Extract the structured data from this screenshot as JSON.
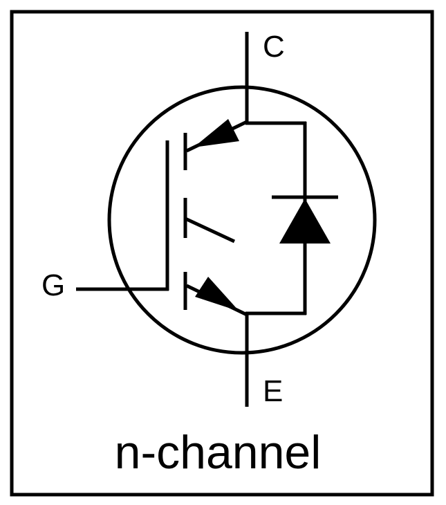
{
  "labels": {
    "collector": "C",
    "gate": "G",
    "emitter": "E",
    "caption": "n-channel"
  },
  "colors": {
    "stroke": "#000000",
    "background": "#ffffff"
  }
}
